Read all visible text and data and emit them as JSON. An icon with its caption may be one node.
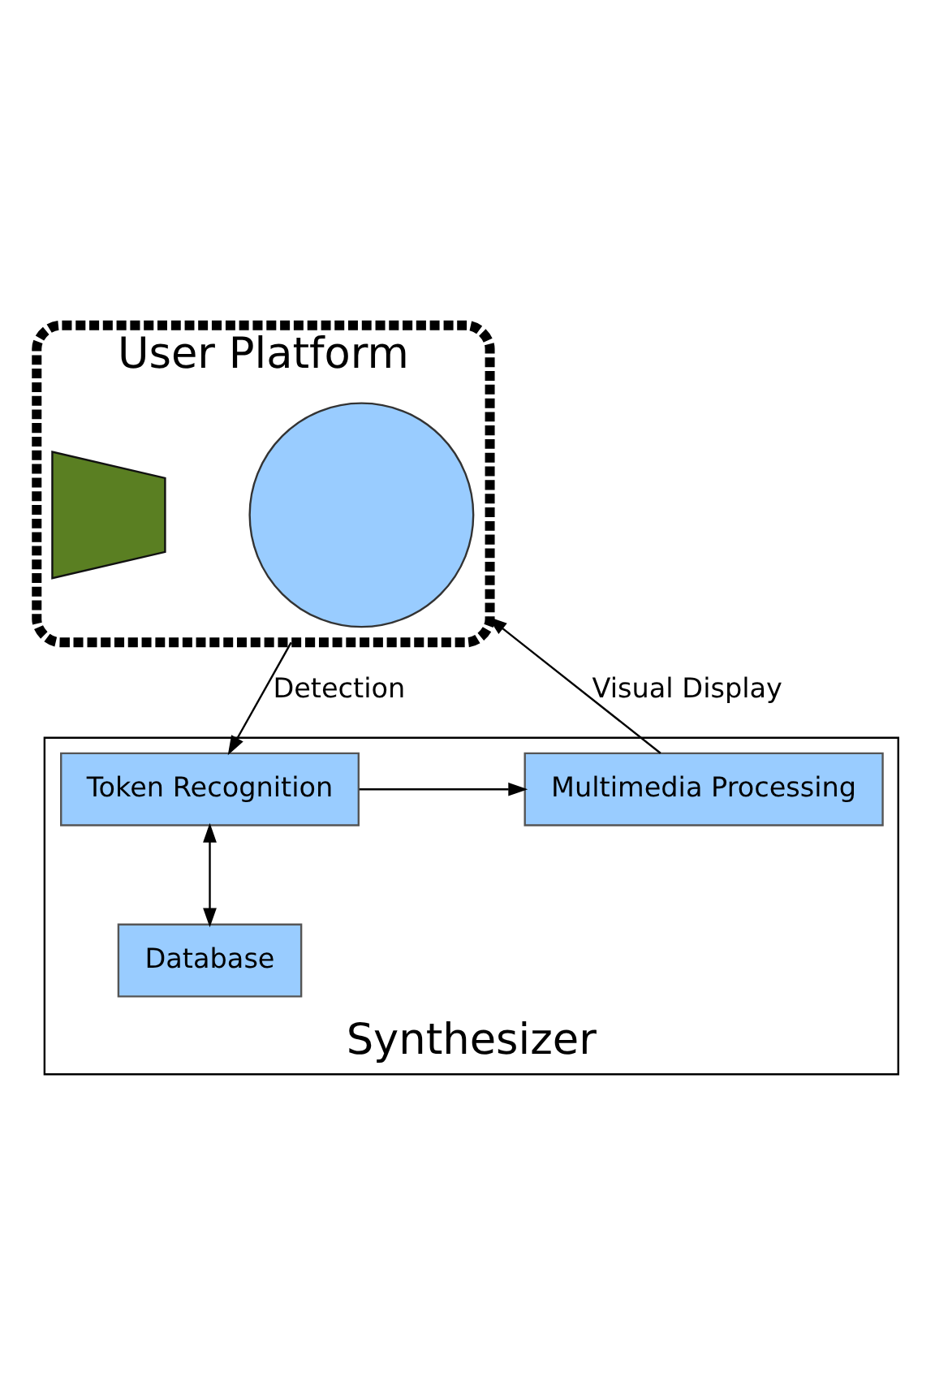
{
  "diagram": {
    "nodes": [
      {
        "text": [
          "User Platform"
        ]
      },
      {
        "text": [],
        "shape": "circle",
        "in": 0
      },
      {
        "text": [],
        "shape": "speaker",
        "in": 0
      },
      {
        "text": [
          "Synthesizer"
        ]
      },
      {
        "text": [
          "Token Recognition"
        ],
        "in": 3
      },
      {
        "text": [
          "Multimedia Processing"
        ],
        "in": 3
      },
      {
        "text": [
          "Database"
        ],
        "in": 3
      }
    ],
    "edges": [
      {
        "from": 0,
        "to": 4,
        "arrow": "to",
        "label": "Detection"
      },
      {
        "from": 5,
        "to": 0,
        "arrow": "to",
        "label": "Visual Display"
      },
      {
        "from": 4,
        "to": 5,
        "arrow": "to"
      },
      {
        "from": 4,
        "to": 6,
        "arrow": "both"
      }
    ]
  }
}
